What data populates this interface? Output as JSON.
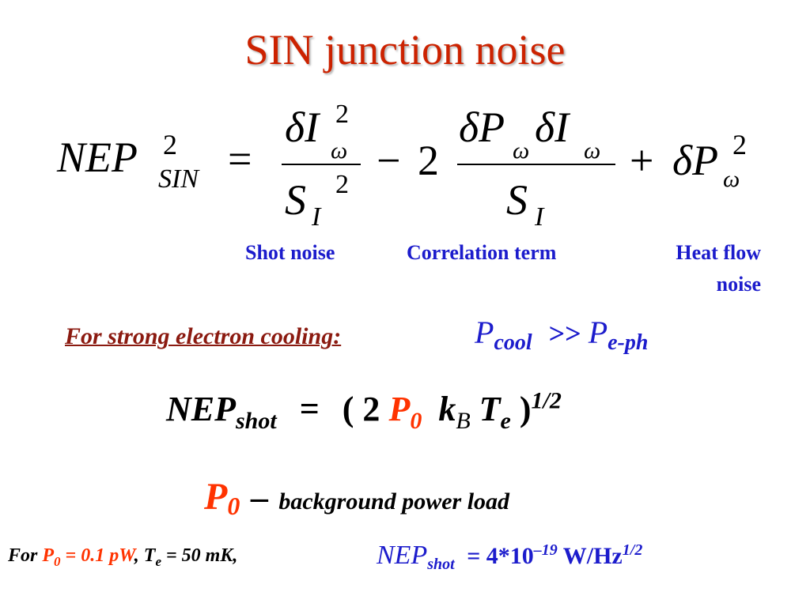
{
  "title": "SIN junction noise",
  "equation": {
    "lhs": "NEP",
    "lhs_sup": "2",
    "lhs_sub": "SIN",
    "equals": "=",
    "term1_num": "δI",
    "term1_num_sub": "ω",
    "term1_num_sup": "2",
    "term1_den": "S",
    "term1_den_sub": "I",
    "term1_den_sup": "2",
    "minus": "−",
    "coef": "2",
    "term2_num_a": "δP",
    "term2_num_a_sub": "ω",
    "term2_num_b": "δI",
    "term2_num_b_sub": "ω",
    "term2_den": "S",
    "term2_den_sub": "I",
    "plus": "+",
    "term3": "δP",
    "term3_sub": "ω",
    "term3_sup": "2"
  },
  "labels": {
    "shot": "Shot noise",
    "correlation": "Correlation term",
    "heat_line1": "Heat flow",
    "heat_line2": "noise"
  },
  "cooling": {
    "label": "For strong electron cooling:",
    "p": "P",
    "p_sub": "cool",
    "op": ">>",
    "p2": "P",
    "p2_sub": "e-ph"
  },
  "nep_shot": {
    "nep": "NEP",
    "nep_sub": "shot",
    "eq": "=",
    "open": "( 2",
    "p0": "P",
    "p0_sub": "0",
    "k": "k",
    "k_sub": "B",
    "t": "T",
    "t_sub": "e",
    "close": ")",
    "exp": "1/2"
  },
  "p0_def": {
    "p": "P",
    "p_sub": "0",
    "dash": "–",
    "text": "background power load"
  },
  "example": {
    "for": "For",
    "p": "P",
    "p_sub": "0",
    "p_val": "= 0.1 pW",
    "comma": ",",
    "t": "T",
    "t_sub": "e",
    "t_val": "= 50 mK,"
  },
  "result": {
    "nep": "NEP",
    "nep_sub": "shot",
    "value": "= 4*10",
    "exp": "–19",
    "unit": "W/Hz",
    "unit_exp": "1/2"
  },
  "colors": {
    "title": "#cc2200",
    "blue": "#1c1ccc",
    "red": "#ff3300",
    "dark_red": "#8b1a10"
  }
}
